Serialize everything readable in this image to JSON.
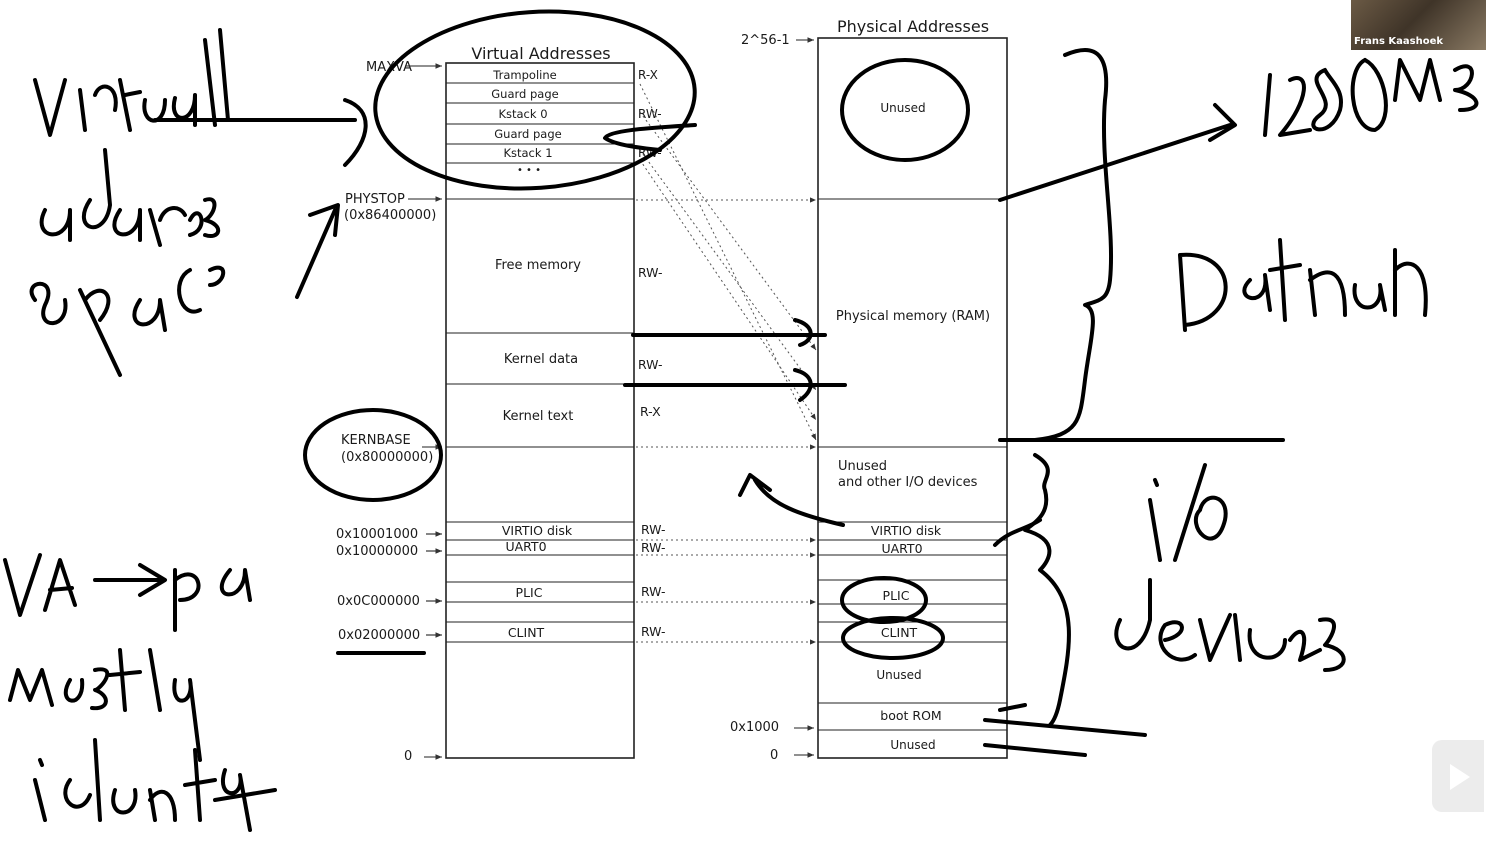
{
  "virtual": {
    "title": "Virtual Addresses",
    "left_labels": {
      "maxva": "MAXVA",
      "phystop": "PHYSTOP",
      "phystop_addr": "(0x86400000)",
      "kernbase": "KERNBASE",
      "kernbase_addr": "(0x80000000)",
      "virtio_addr": "0x10001000",
      "uart_addr": "0x10000000",
      "plic_addr": "0x0C000000",
      "clint_addr": "0x02000000",
      "zero": "0"
    },
    "regions": {
      "trampoline": "Trampoline",
      "guard1": "Guard page",
      "kstack0": "Kstack 0",
      "guard2": "Guard page",
      "kstack1": "Kstack 1",
      "ellipsis": "• • •",
      "free": "Free memory",
      "kdata": "Kernel data",
      "ktext": "Kernel text",
      "virtio": "VIRTIO disk",
      "uart": "UART0",
      "plic": "PLIC",
      "clint": "CLINT"
    },
    "perms": {
      "trampoline": "R-X",
      "kstack0": "RW-",
      "kstack1": "RW-",
      "free": "RW-",
      "kdata": "RW-",
      "ktext": "R-X",
      "virtio": "RW-",
      "uart": "RW-",
      "plic": "RW-",
      "clint": "RW-"
    }
  },
  "physical": {
    "title": "Physical Addresses",
    "top_addr": "2^56-1",
    "addr_1000": "0x1000",
    "zero": "0",
    "regions": {
      "unused_top": "Unused",
      "ram": "Physical memory (RAM)",
      "unused_io_1": "Unused",
      "unused_io_2": "and other I/O devices",
      "virtio": "VIRTIO disk",
      "uart": "UART0",
      "plic": "PLIC",
      "clint": "CLINT",
      "unused_mid": "Unused",
      "bootrom": "boot ROM",
      "unused_bottom": "Unused"
    }
  },
  "overlay": {
    "presenter_name": "Frans Kaashoek"
  }
}
